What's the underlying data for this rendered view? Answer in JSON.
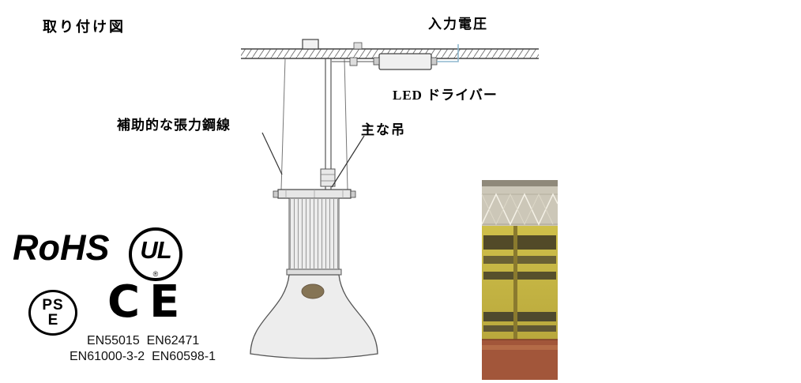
{
  "labels": {
    "title": "取り付け図",
    "input_voltage": "入力電圧",
    "led_driver": "LED ドライバー",
    "aux_wire": "補助的な張力鋼線",
    "main_hang": "主な吊"
  },
  "certs": {
    "rohs": "RoHS",
    "ul": "UL",
    "ul_reg": "®",
    "pse_top": "PS",
    "pse_bottom": "E",
    "ce": "CE",
    "standards_line1": "EN55015  EN62471",
    "standards_line2": "EN61000-3-2  EN60598-1"
  },
  "colors": {
    "line": "#444444",
    "power_wire_blue": "#8fb8cf",
    "lamp_fill": "#ededed",
    "photo_wall_yellow": "#c9b945",
    "photo_floor_brown": "#a2563a"
  }
}
